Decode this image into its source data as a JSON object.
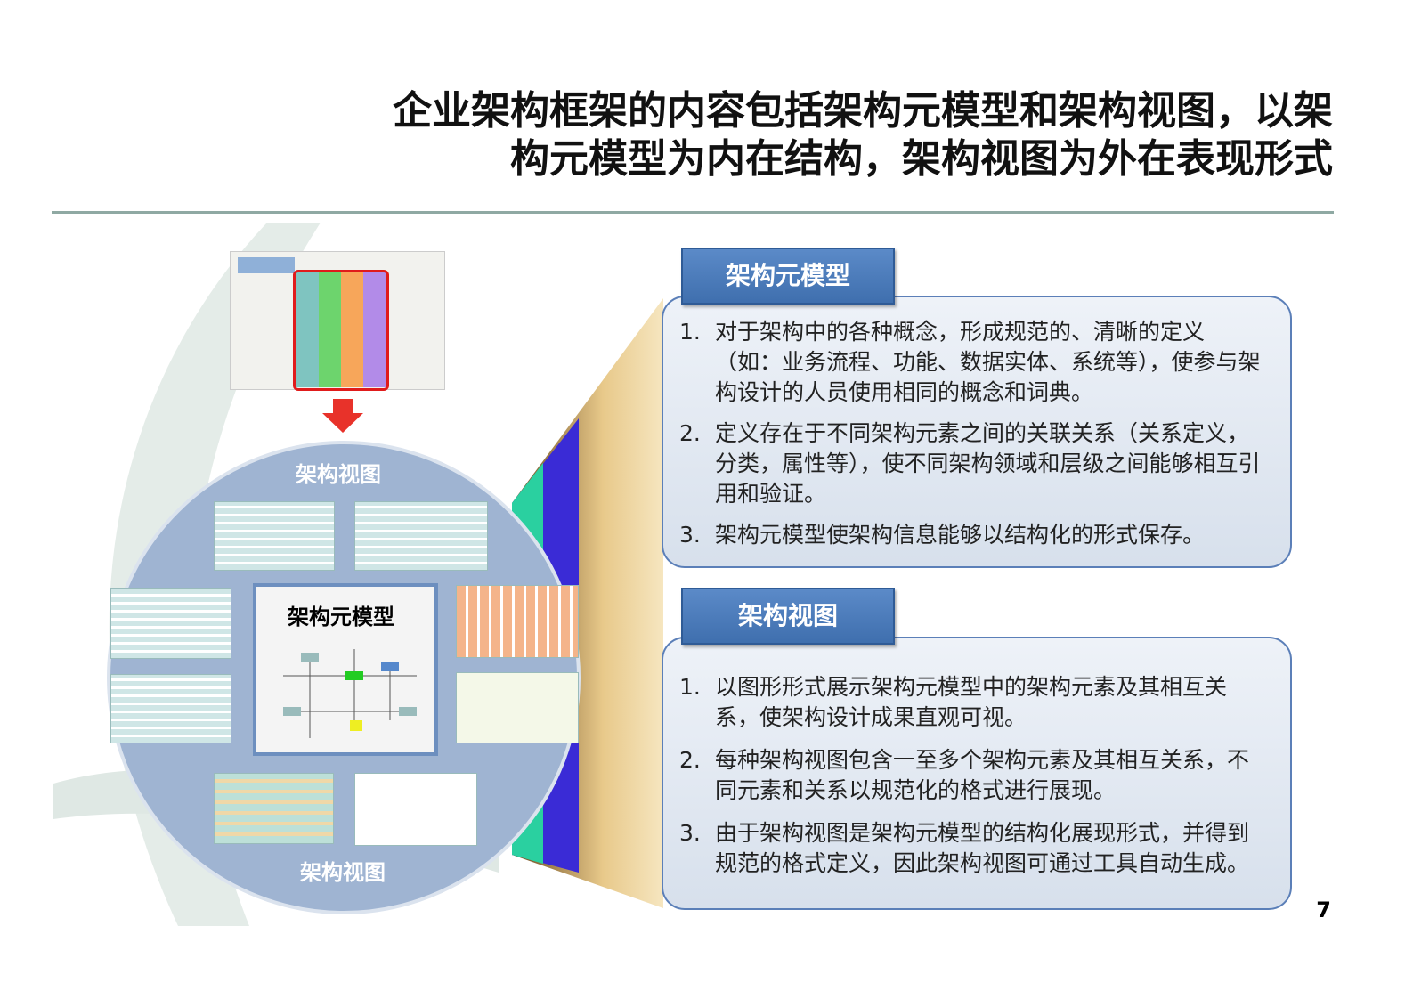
{
  "title": {
    "line1": "企业架构框架的内容包括架构元模型和架构视图，以架",
    "line2": "构元模型为内在结构，架构视图为外在表现形式"
  },
  "diagram": {
    "top_label": "架构视图",
    "bottom_label": "架构视图",
    "center_label": "架构元模型",
    "circle_color": "#9fb4d2",
    "arrow_color": "#e8322a"
  },
  "section1": {
    "tab": "架构元模型",
    "items": [
      {
        "num": "1.",
        "text": "对于架构中的各种概念，形成规范的、清晰的定义（如：业务流程、功能、数据实体、系统等），使参与架构设计的人员使用相同的概念和词典。"
      },
      {
        "num": "2.",
        "text": "定义存在于不同架构元素之间的关联关系（关系定义，分类，属性等），使不同架构领域和层级之间能够相互引用和验证。"
      },
      {
        "num": "3.",
        "text": "架构元模型使架构信息能够以结构化的形式保存。"
      }
    ]
  },
  "section2": {
    "tab": "架构视图",
    "items": [
      {
        "num": "1.",
        "text": "以图形形式展示架构元模型中的架构元素及其相互关系，使架构设计成果直观可视。"
      },
      {
        "num": "2.",
        "text": "每种架构视图包含一至多个架构元素及其相互关系，不同元素和关系以规范化的格式进行展现。"
      },
      {
        "num": "3.",
        "text": "由于架构视图是架构元模型的结构化展现形式，并得到规范的格式定义，因此架构视图可通过工具自动生成。"
      }
    ]
  },
  "page_number": "7"
}
